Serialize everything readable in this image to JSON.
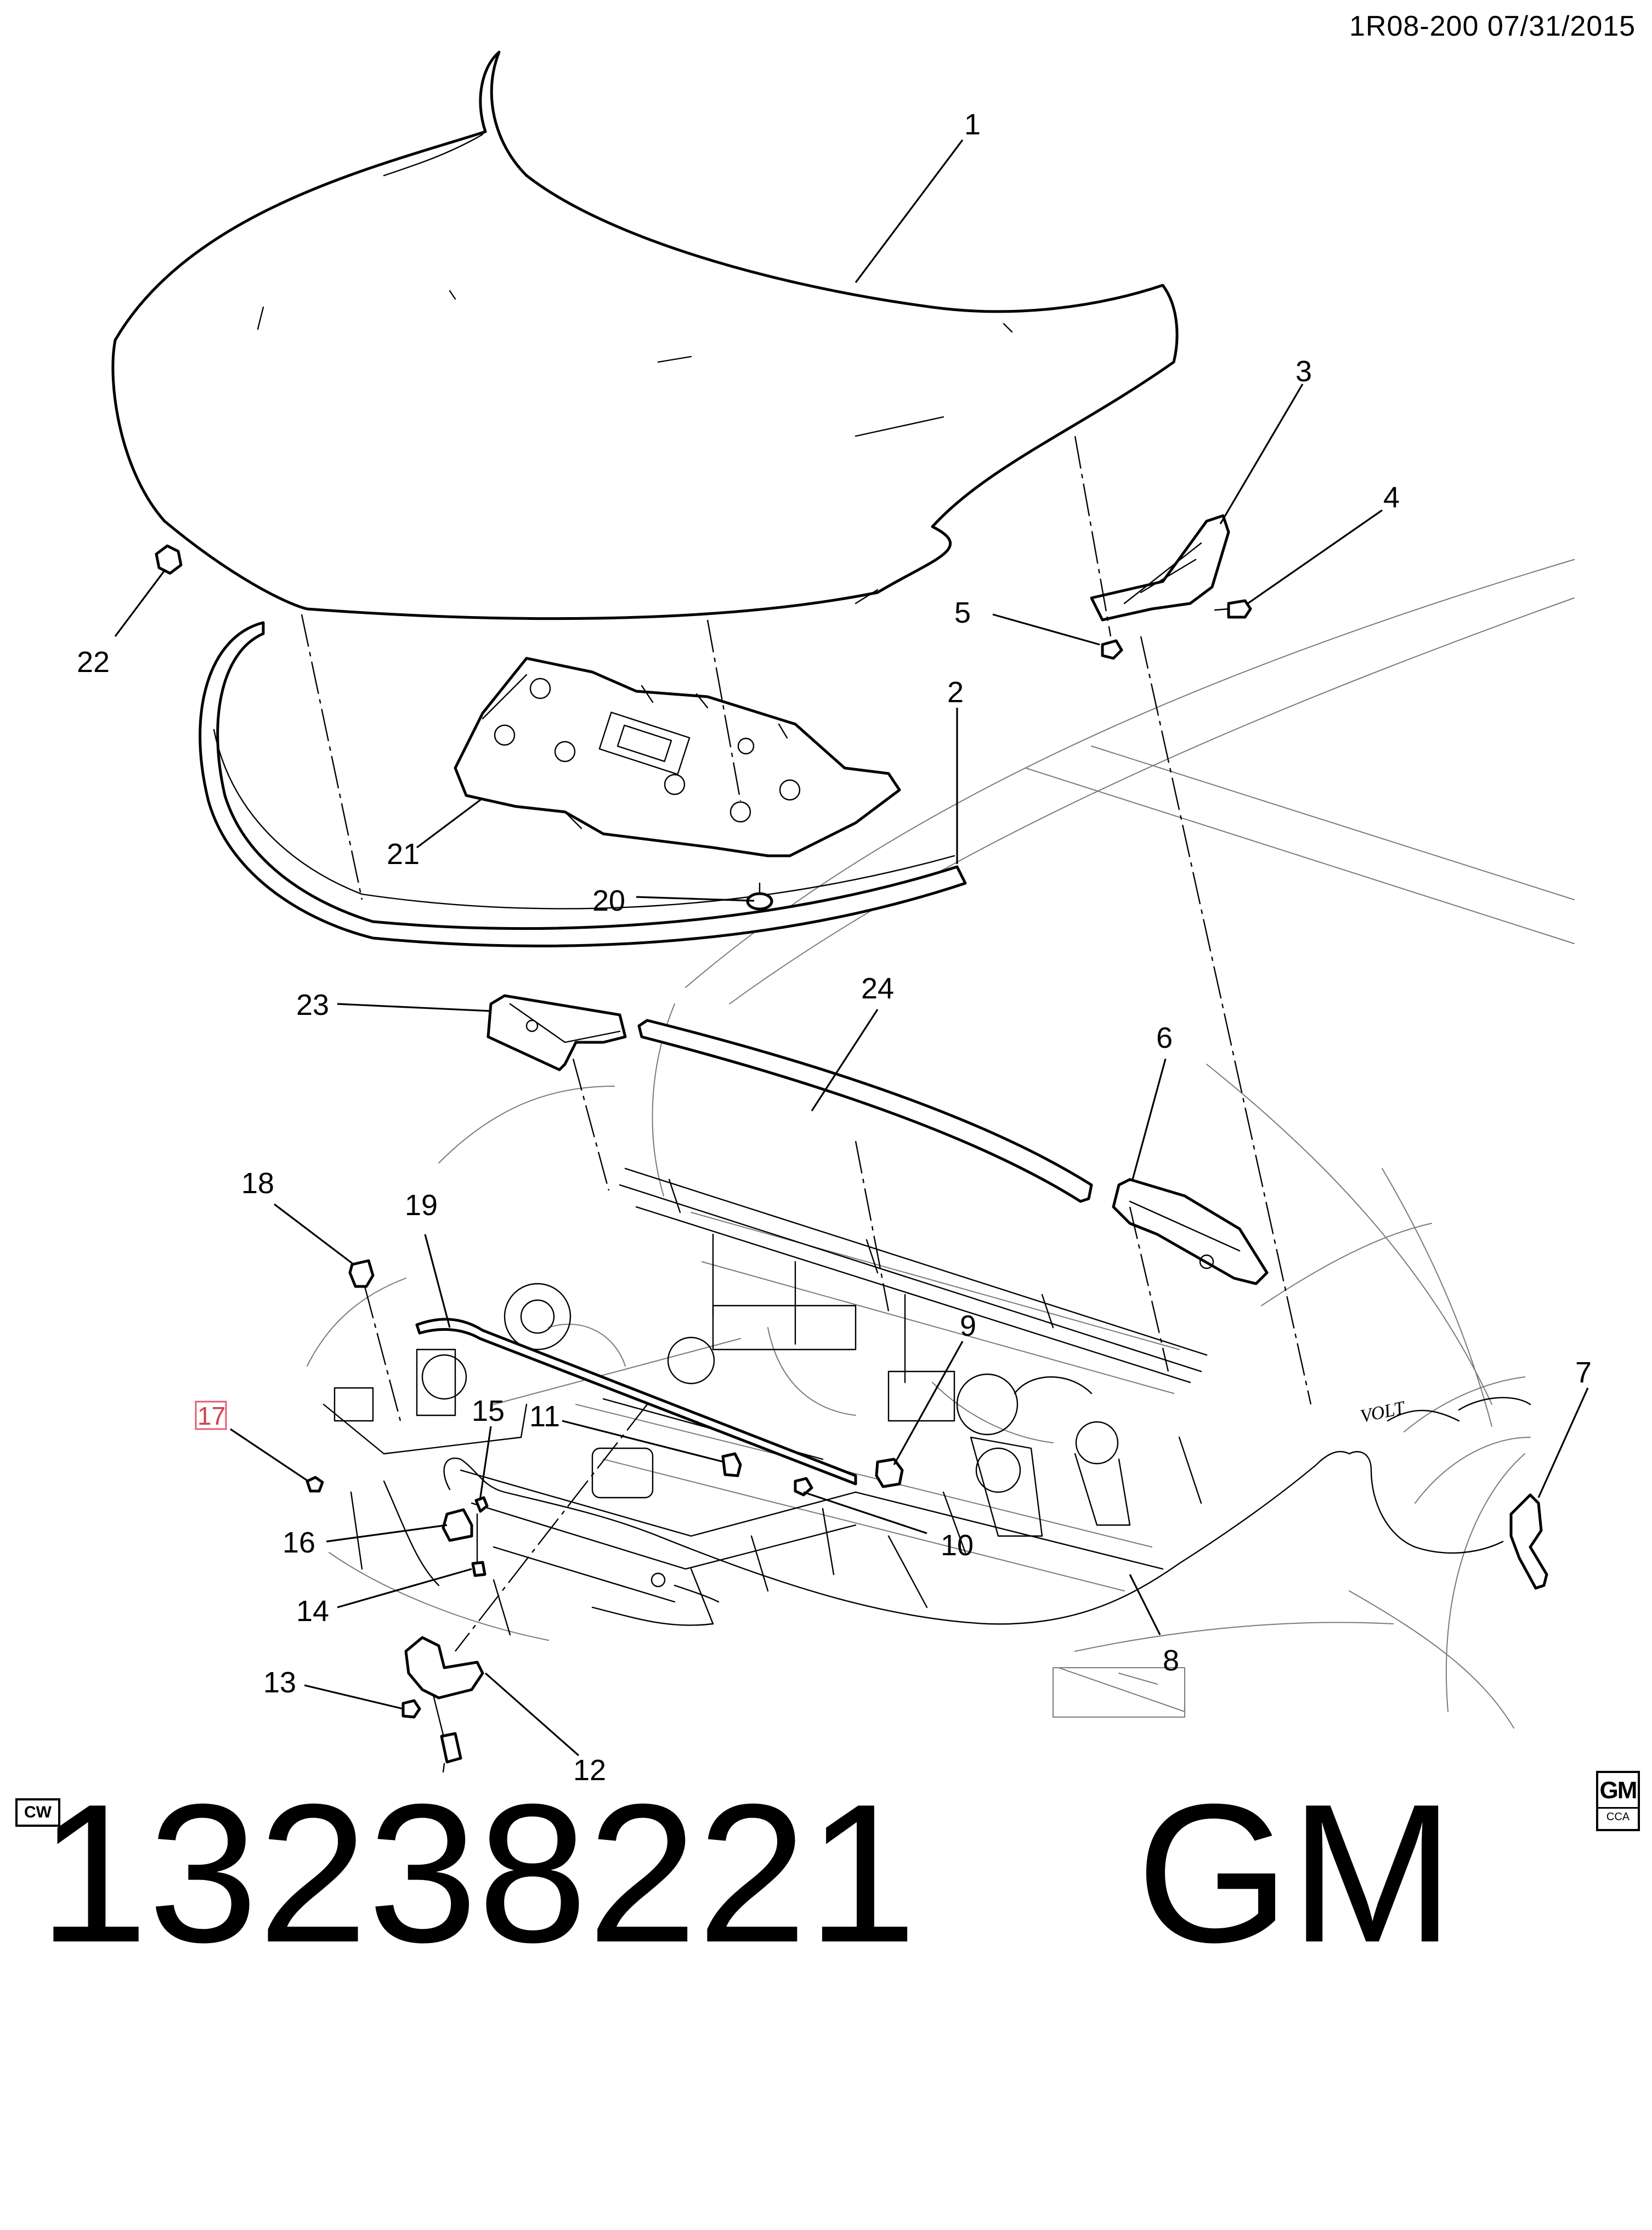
{
  "header": {
    "drawing_ref": "1R08-200  07/31/2015"
  },
  "footer": {
    "part_number": "13238221    GM",
    "cw_label": "CW",
    "gm_logo": "GM",
    "gm_logo_sub": "CCA"
  },
  "callouts": [
    {
      "id": "1",
      "label": "1"
    },
    {
      "id": "2",
      "label": "2"
    },
    {
      "id": "3",
      "label": "3"
    },
    {
      "id": "4",
      "label": "4"
    },
    {
      "id": "5",
      "label": "5"
    },
    {
      "id": "6",
      "label": "6"
    },
    {
      "id": "7",
      "label": "7"
    },
    {
      "id": "8",
      "label": "8"
    },
    {
      "id": "9",
      "label": "9"
    },
    {
      "id": "10",
      "label": "10"
    },
    {
      "id": "11",
      "label": "11"
    },
    {
      "id": "12",
      "label": "12"
    },
    {
      "id": "13",
      "label": "13"
    },
    {
      "id": "14",
      "label": "14"
    },
    {
      "id": "15",
      "label": "15"
    },
    {
      "id": "16",
      "label": "16"
    },
    {
      "id": "17",
      "label": "17",
      "highlighted": true
    },
    {
      "id": "18",
      "label": "18"
    },
    {
      "id": "19",
      "label": "19"
    },
    {
      "id": "20",
      "label": "20"
    },
    {
      "id": "21",
      "label": "21"
    },
    {
      "id": "22",
      "label": "22"
    },
    {
      "id": "23",
      "label": "23"
    },
    {
      "id": "24",
      "label": "24"
    }
  ],
  "emblem_text": "VOLT",
  "colors": {
    "line": "#000000",
    "highlight": "#e06070",
    "background": "#ffffff"
  }
}
